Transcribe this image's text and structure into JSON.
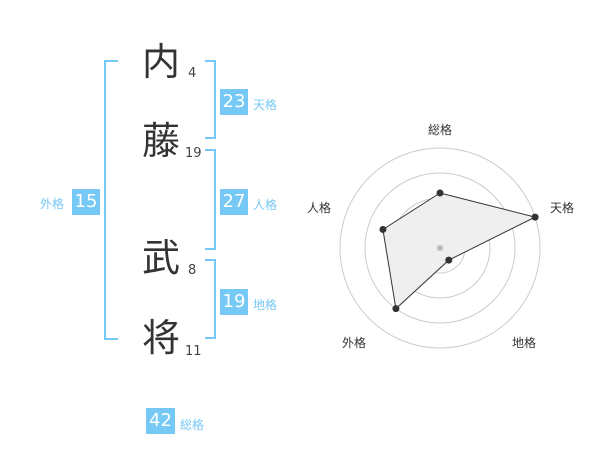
{
  "name": {
    "chars": [
      {
        "char": "内",
        "strokes": "4"
      },
      {
        "char": "藤",
        "strokes": "19"
      },
      {
        "char": "武",
        "strokes": "8"
      },
      {
        "char": "将",
        "strokes": "11"
      }
    ]
  },
  "fortunes": {
    "tenkaku": {
      "value": "23",
      "label": "天格"
    },
    "jinkaku": {
      "value": "27",
      "label": "人格"
    },
    "chikaku": {
      "value": "19",
      "label": "地格"
    },
    "gaikaku": {
      "value": "15",
      "label": "外格"
    },
    "soukaku": {
      "value": "42",
      "label": "総格"
    }
  },
  "chart_data": {
    "type": "radar",
    "axes": [
      "総格",
      "天格",
      "地格",
      "外格",
      "人格"
    ],
    "values": [
      0.55,
      1.0,
      0.15,
      0.75,
      0.6
    ],
    "rings": 4,
    "fill": "#efefef",
    "line": "#333333",
    "grid": "#cccccc"
  },
  "colors": {
    "accent": "#76c8f5"
  }
}
